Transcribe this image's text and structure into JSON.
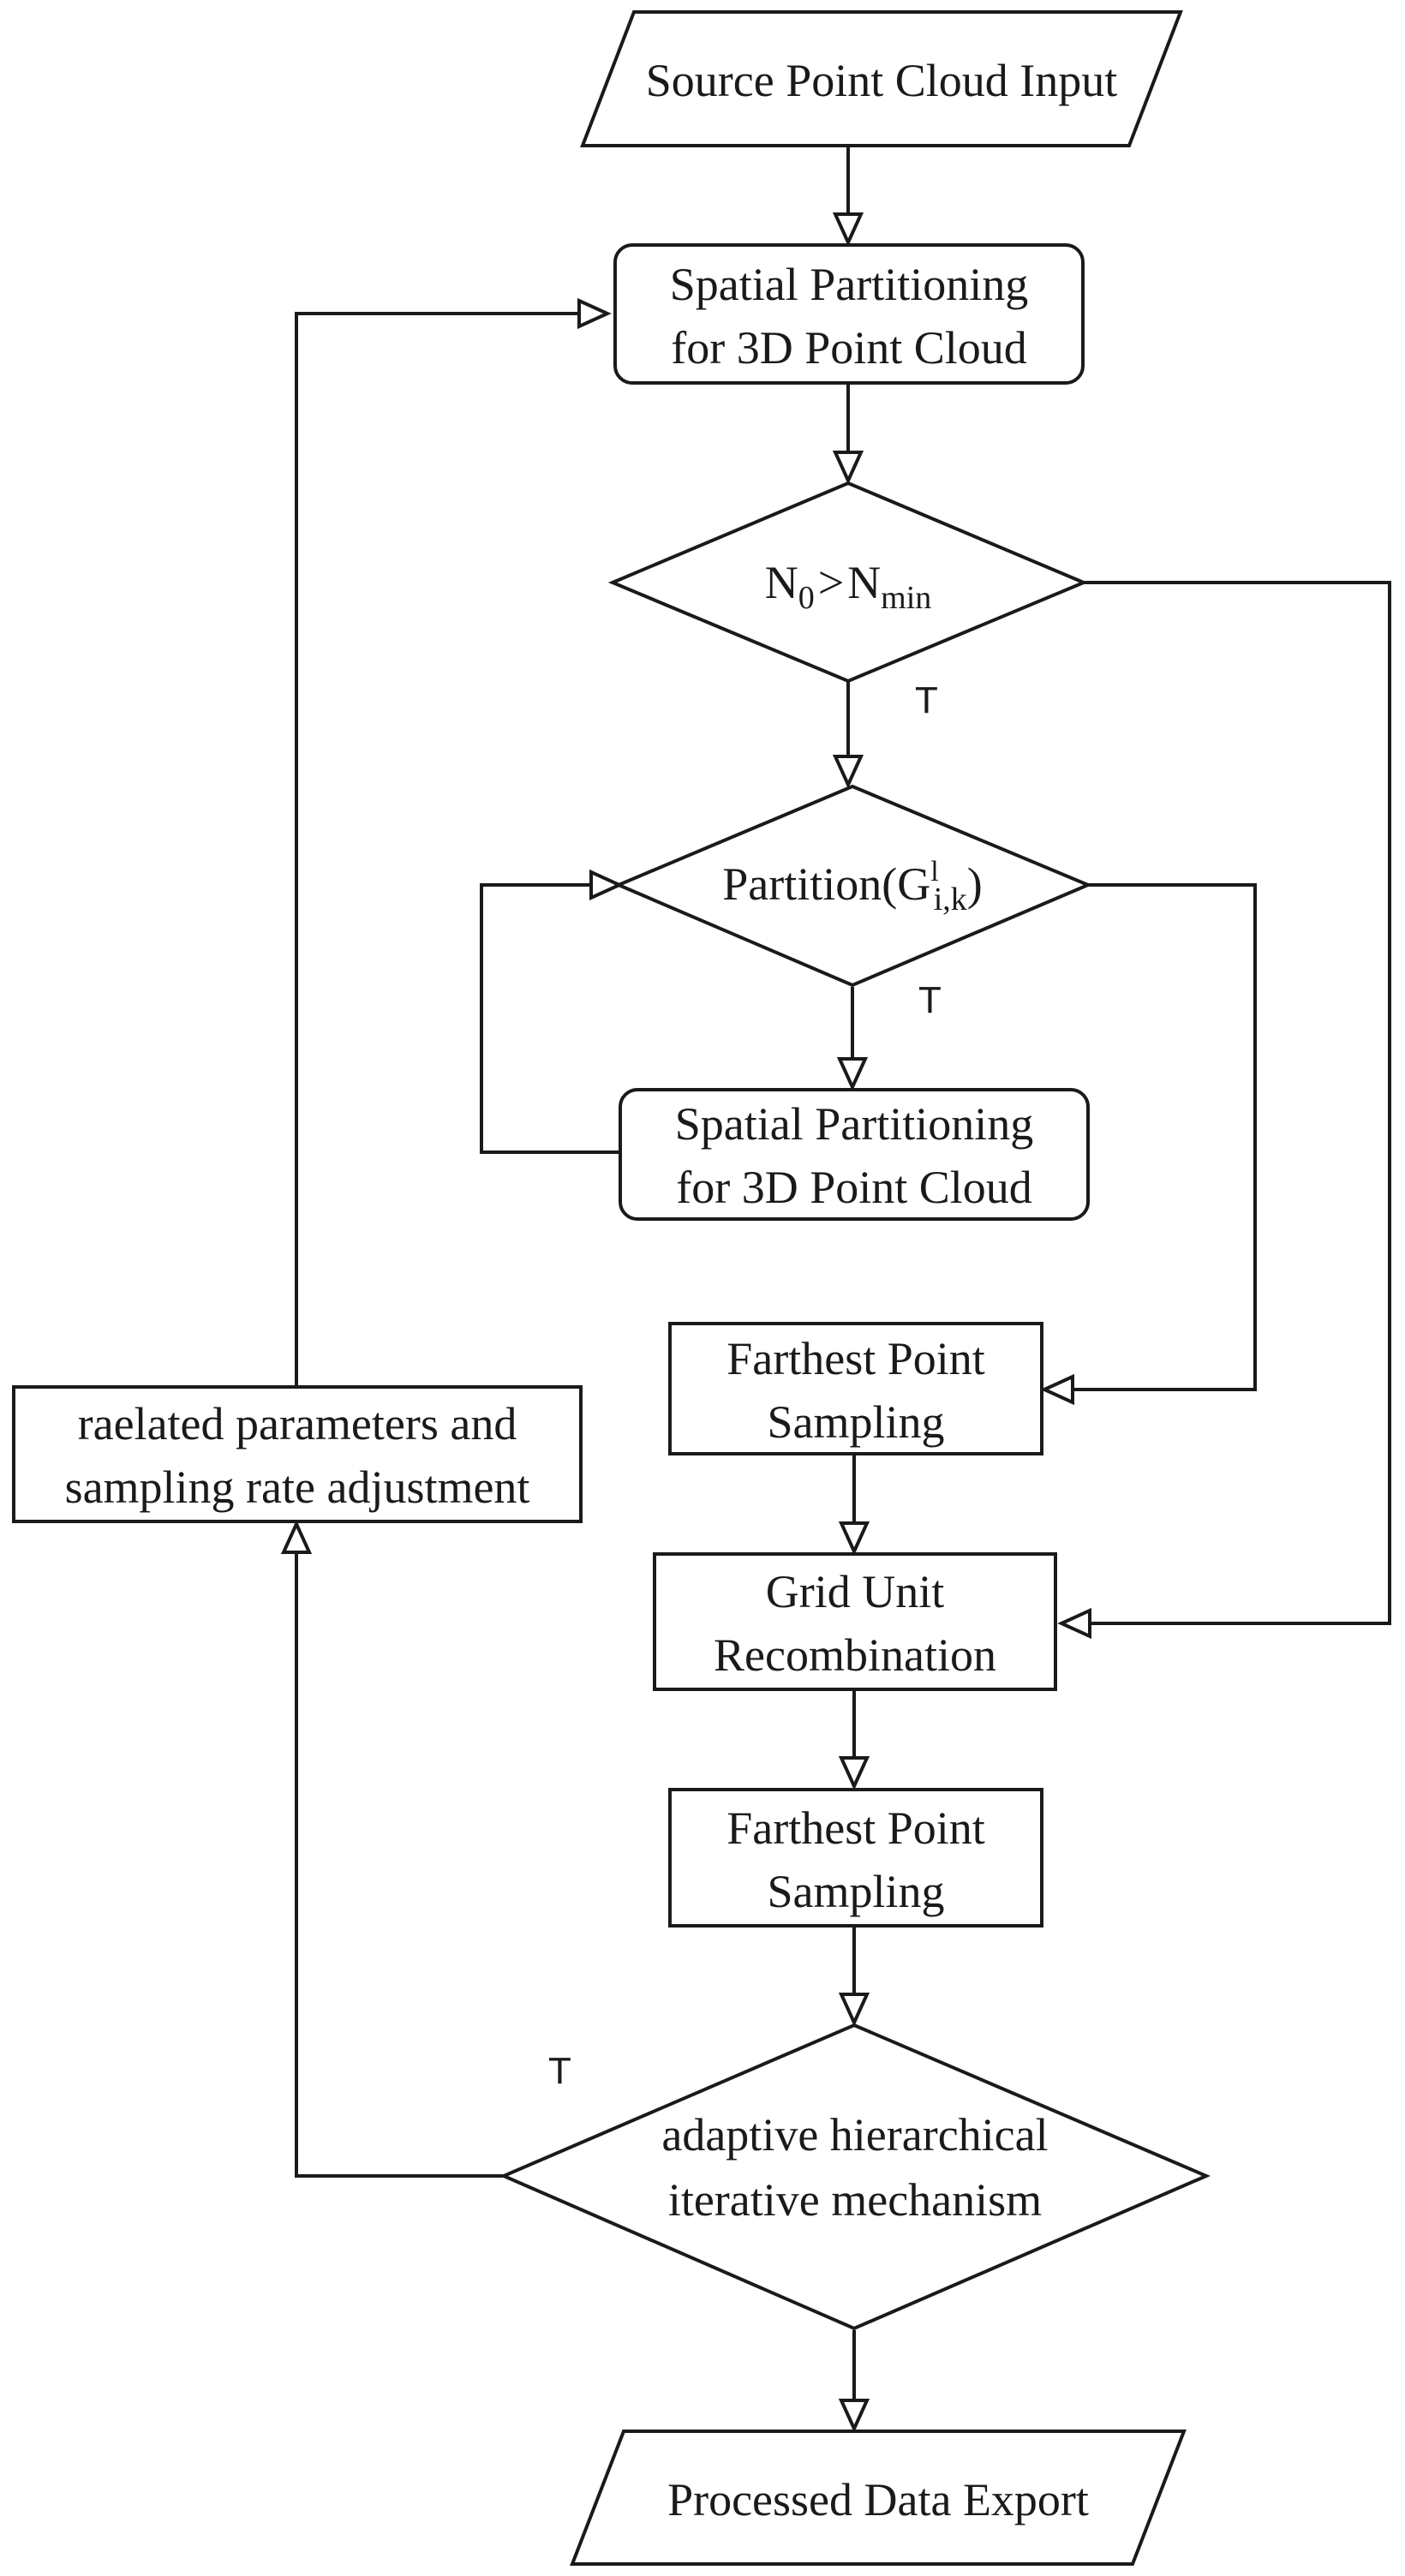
{
  "nodes": {
    "input": {
      "text": "Source Point Cloud Input"
    },
    "partition_top": {
      "line1": "Spatial Partitioning",
      "line2": "for 3D Point Cloud"
    },
    "threshold_check": {
      "n": "N",
      "n_sub": "0",
      "op": ">",
      "nmin": "N",
      "nmin_sub": "min"
    },
    "partition_check": {
      "prefix": "Partition(G",
      "sup": "l",
      "sub": "i,k",
      "suffix": ")"
    },
    "partition_loop": {
      "line1": "Spatial Partitioning",
      "line2": "for 3D Point Cloud"
    },
    "fps_first": {
      "line1": "Farthest Point",
      "line2": "Sampling"
    },
    "grid_recombine": {
      "line1": "Grid Unit",
      "line2": "Recombination"
    },
    "fps_second": {
      "line1": "Farthest Point",
      "line2": "Sampling"
    },
    "adaptive_check": {
      "line1": "adaptive hierarchical",
      "line2": "iterative mechanism"
    },
    "adjust": {
      "line1": "raelated parameters and",
      "line2": "sampling rate adjustment"
    },
    "output": {
      "text": "Processed Data Export"
    }
  },
  "flags": {
    "threshold_true": "T",
    "partition_true": "T",
    "adaptive_true": "T"
  }
}
